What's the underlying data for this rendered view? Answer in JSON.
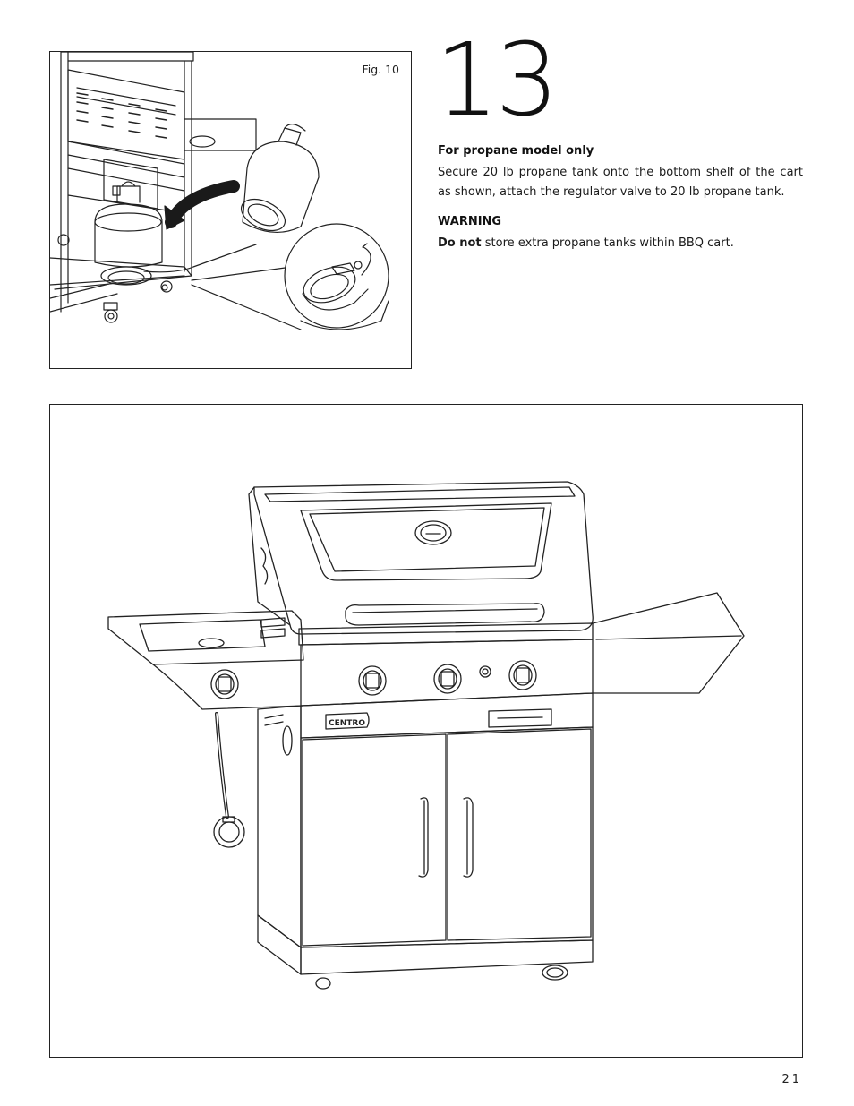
{
  "figure": {
    "label": "Fig. 10"
  },
  "step": {
    "number": "13",
    "heading": "For propane model only",
    "instruction": "Secure 20 lb propane tank onto the bottom shelf of the cart as shown, attach the regulator valve to 20 lb propane tank.",
    "warning_heading": "WARNING",
    "warning_bold": "Do not",
    "warning_text": " store extra propane tanks within BBQ cart."
  },
  "grill": {
    "brand_logo": "CENTRO"
  },
  "page": {
    "number": "21"
  }
}
